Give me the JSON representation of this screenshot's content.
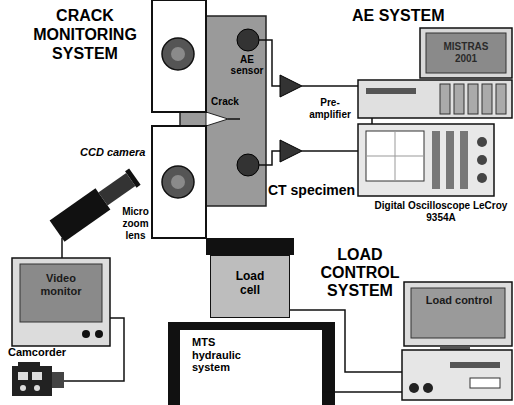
{
  "diagram": {
    "nodes": [
      {
        "text": [
          "Crack",
          "AE sensor"
        ]
      },
      {
        "text": [
          "MISTRAS 2001"
        ]
      },
      {
        "text": [
          "Video monitor"
        ]
      },
      {
        "text": [
          "Load cell"
        ]
      },
      {
        "text": [
          "Load control"
        ]
      },
      {
        "text": [
          "MTS hydraulic system"
        ]
      }
    ],
    "edges": [
      {
        "from": 3,
        "to": 4,
        "arrow": "none"
      },
      {
        "from": 5,
        "to": 4,
        "arrow": "none"
      }
    ],
    "labels": [
      "CRACK MONITORING SYSTEM",
      "AE SYSTEM",
      "CCD camera",
      "Pre-amplifier",
      "Micro zoom lens",
      "CT specimen",
      "Digital Oscilloscope LeCroy 9354A",
      "LOAD CONTROL SYSTEM",
      "Camcorder"
    ]
  }
}
